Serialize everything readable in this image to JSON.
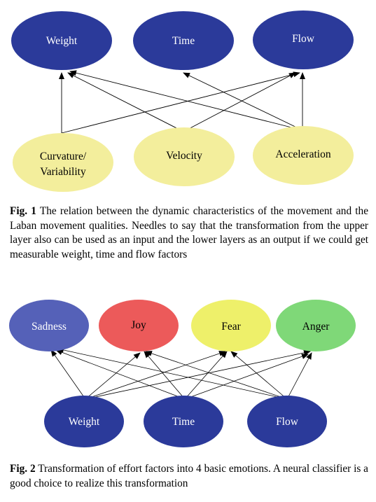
{
  "figure1": {
    "upper_nodes": [
      {
        "label": "Weight",
        "color": "#2b3a9a"
      },
      {
        "label": "Time",
        "color": "#2b3a9a"
      },
      {
        "label": "Flow",
        "color": "#2b3a9a"
      }
    ],
    "lower_nodes": [
      {
        "label_line1": "Curvature/",
        "label_line2": "Variability",
        "color": "#f3ee9c"
      },
      {
        "label": "Velocity",
        "color": "#f3ee9c"
      },
      {
        "label": "Acceleration",
        "color": "#f3ee9c"
      }
    ],
    "caption_label": "Fig. 1",
    "caption_text": "The relation between the dynamic characteristics of the movement and the Laban movement qualities. Needles to say that the transformation from the upper layer also can be used as an input and the lower layers as an output if we could get measurable weight, time and flow factors"
  },
  "figure2": {
    "upper_nodes": [
      {
        "label": "Sadness",
        "color": "#5561b8"
      },
      {
        "label": "Joy",
        "color": "#ec5a5a"
      },
      {
        "label": "Fear",
        "color": "#eef06a"
      },
      {
        "label": "Anger",
        "color": "#7fd878"
      }
    ],
    "lower_nodes": [
      {
        "label": "Weight",
        "color": "#2b3a9a"
      },
      {
        "label": "Time",
        "color": "#2b3a9a"
      },
      {
        "label": "Flow",
        "color": "#2b3a9a"
      }
    ],
    "caption_label": "Fig. 2",
    "caption_text": "Transformation of effort factors into 4 basic emotions. A neural classifier is a good choice to realize this transformation"
  }
}
